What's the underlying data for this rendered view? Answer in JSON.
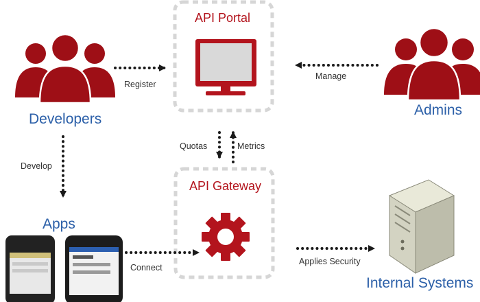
{
  "colors": {
    "accent_red": "#9e0f16",
    "label_blue": "#2b5fa8",
    "title_red": "#b3141d",
    "dotted": "#1a1a1a",
    "dashed_box": "#d6d6d6"
  },
  "portal": {
    "title": "API Portal",
    "icon": "monitor-icon"
  },
  "gateway": {
    "title": "API Gateway",
    "icon": "gear-icon"
  },
  "actors": {
    "developers": {
      "label": "Developers",
      "icon": "users-group-icon"
    },
    "admins": {
      "label": "Admins",
      "icon": "users-group-icon"
    },
    "apps": {
      "label": "Apps",
      "icon": "smartphone-icon"
    },
    "internal": {
      "label": "Internal Systems",
      "icon": "server-icon"
    }
  },
  "flows": {
    "register": "Register",
    "manage": "Manage",
    "develop": "Develop",
    "quotas": "Quotas",
    "metrics": "Metrics",
    "connect": "Connect",
    "applies_security": "Applies  Security"
  }
}
